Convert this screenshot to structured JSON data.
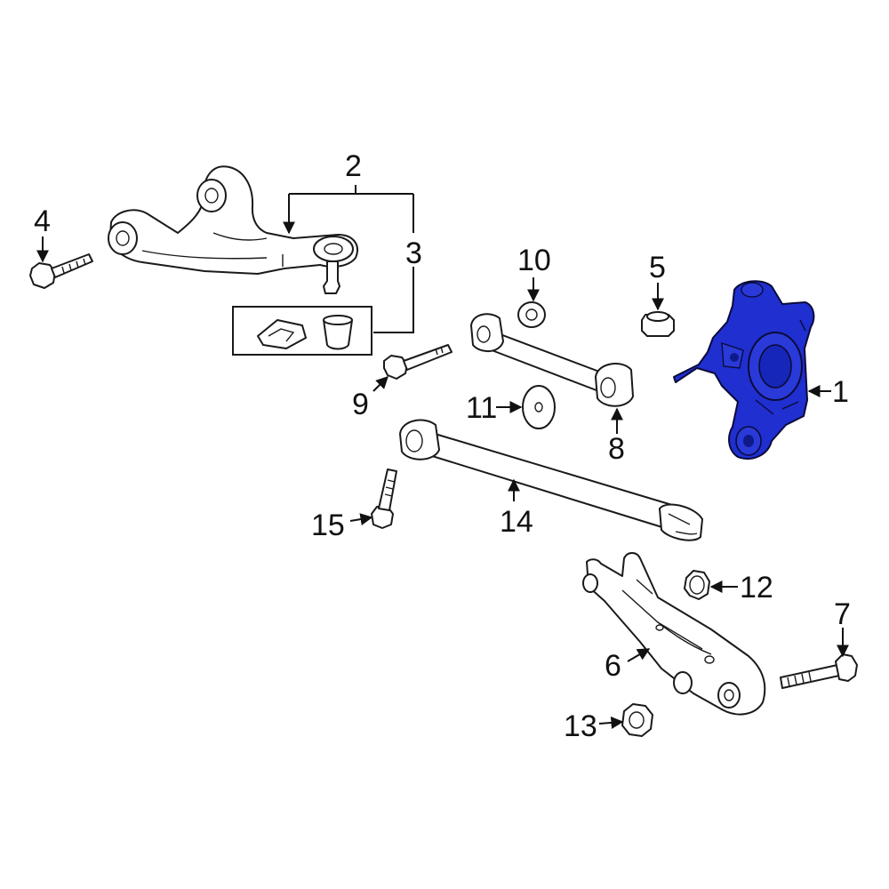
{
  "colors": {
    "highlight": "#1f2fd0",
    "outline": "#1a1a1a",
    "background": "#ffffff"
  },
  "callouts": {
    "c1": "1",
    "c2": "2",
    "c3": "3",
    "c4": "4",
    "c5": "5",
    "c6": "6",
    "c7": "7",
    "c8": "8",
    "c9": "9",
    "c10": "10",
    "c11": "11",
    "c12": "12",
    "c13": "13",
    "c14": "14",
    "c15": "15"
  }
}
